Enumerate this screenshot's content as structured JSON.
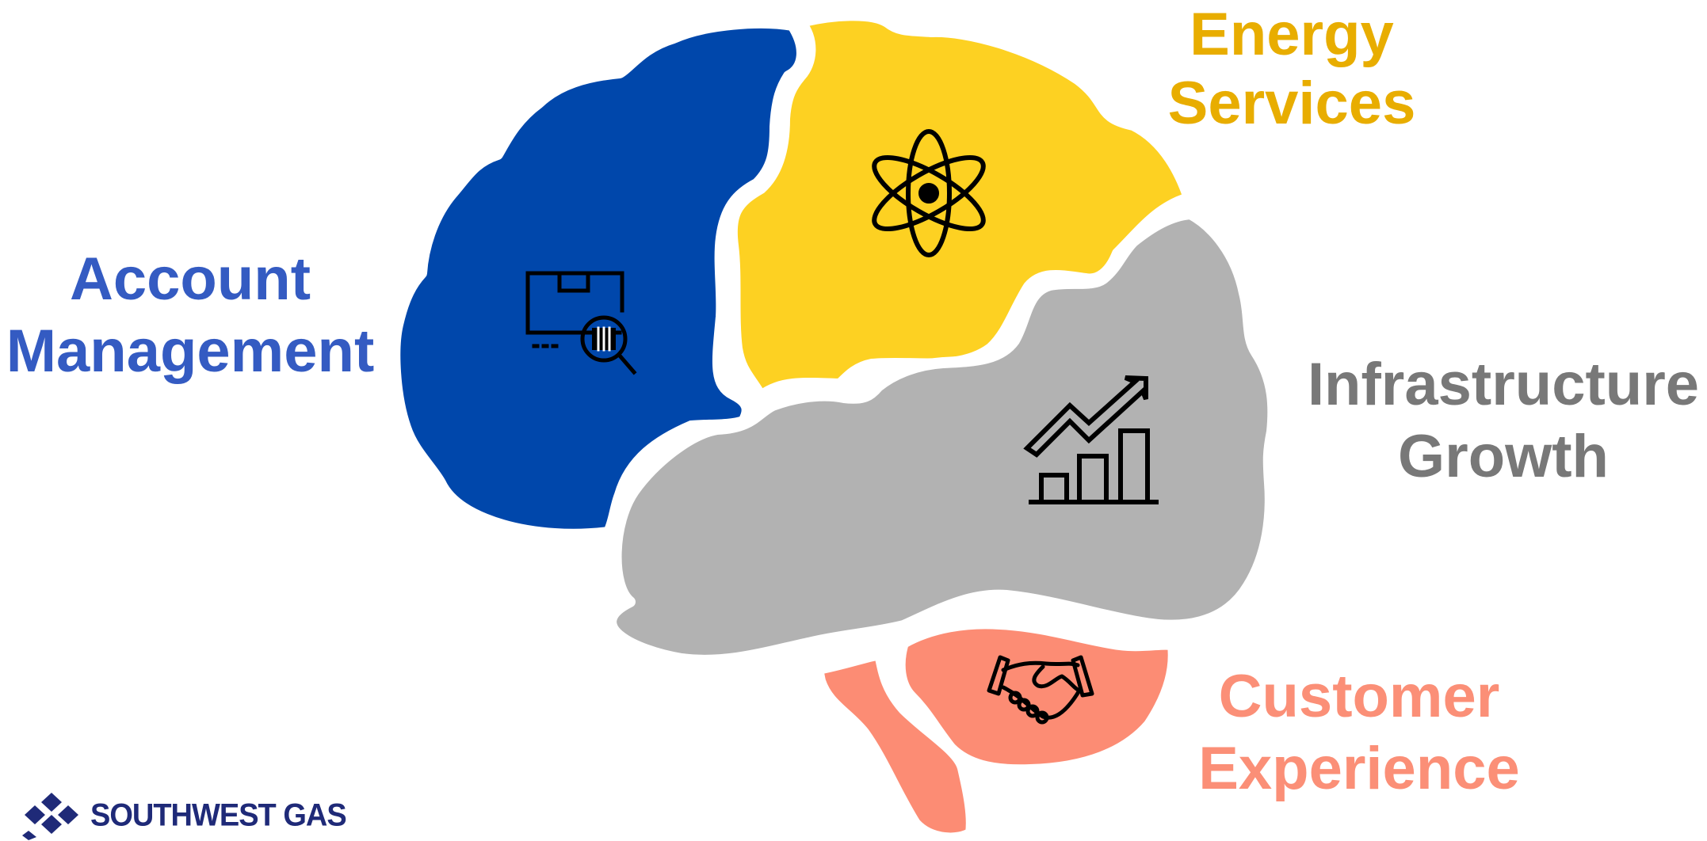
{
  "colors": {
    "account": "#0047ab",
    "energy": "#fdd122",
    "infrastructure": "#b2b2b2",
    "customer": "#fc8c74",
    "account_text": "#345bc2",
    "energy_text": "#e8ad00",
    "infrastructure_text": "#787878",
    "customer_text": "#fb8f77",
    "logo": "#1f2a78",
    "icon_stroke": "#000000"
  },
  "regions": [
    {
      "id": "account",
      "lines": [
        "Account",
        "Management"
      ],
      "icon": "inventory-search-icon"
    },
    {
      "id": "energy",
      "lines": [
        "Energy",
        "Services"
      ],
      "icon": "atom-icon"
    },
    {
      "id": "infrastructure",
      "lines": [
        "Infrastructure",
        "Growth"
      ],
      "icon": "growth-chart-icon"
    },
    {
      "id": "customer",
      "lines": [
        "Customer",
        "Experience"
      ],
      "icon": "handshake-icon"
    }
  ],
  "logo": {
    "text": "SOUTHWEST GAS"
  }
}
